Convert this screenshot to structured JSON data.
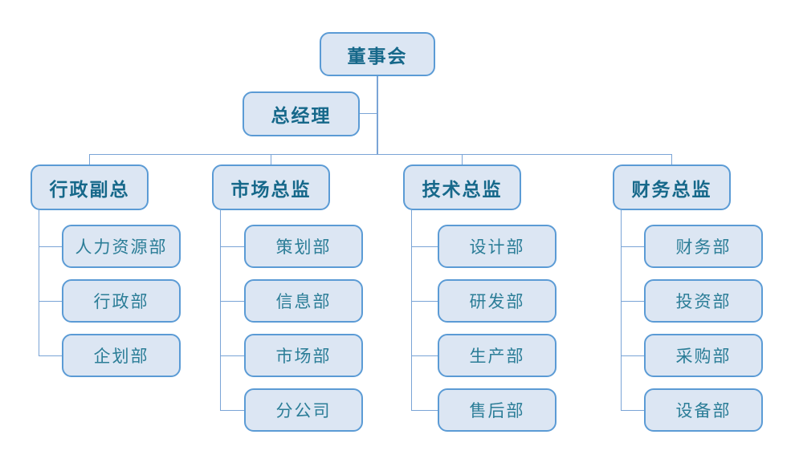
{
  "colors": {
    "box_fill": "#dce6f3",
    "box_border": "#5b9bd5",
    "connector": "#7aa4d6",
    "header_text": "#16688a",
    "child_text": "#2b7d97",
    "background": "#ffffff"
  },
  "chart": {
    "type": "org-chart",
    "root": {
      "label": "董事会"
    },
    "assistant": {
      "label": "总经理"
    },
    "branches": [
      {
        "label": "行政副总",
        "children": [
          "人力资源部",
          "行政部",
          "企划部"
        ]
      },
      {
        "label": "市场总监",
        "children": [
          "策划部",
          "信息部",
          "市场部",
          "分公司"
        ]
      },
      {
        "label": "技术总监",
        "children": [
          "设计部",
          "研发部",
          "生产部",
          "售后部"
        ]
      },
      {
        "label": "财务总监",
        "children": [
          "财务部",
          "投资部",
          "采购部",
          "设备部"
        ]
      }
    ]
  }
}
